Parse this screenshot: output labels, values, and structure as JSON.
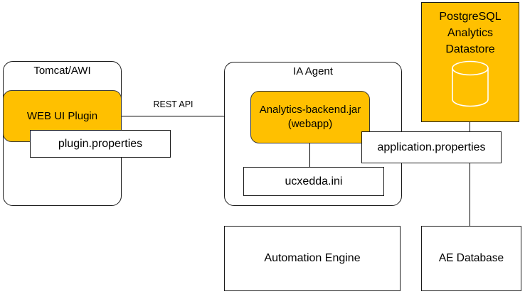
{
  "diagram": {
    "containers": {
      "tomcat": {
        "title": "Tomcat/AWI"
      },
      "ia_agent": {
        "title": "IA Agent"
      }
    },
    "nodes": {
      "web_ui_plugin": {
        "label": "WEB UI Plugin"
      },
      "plugin_properties": {
        "label": "plugin.properties"
      },
      "analytics_backend": {
        "line1": "Analytics-backend.jar",
        "line2": "(webapp)"
      },
      "ucxedda": {
        "label": "ucxedda.ini"
      },
      "application_properties": {
        "label": "application.properties"
      },
      "postgresql_datastore": {
        "line1": "PostgreSQL",
        "line2": "Analytics",
        "line3": "Datastore"
      },
      "automation_engine": {
        "label": "Automation Engine"
      },
      "ae_database": {
        "label": "AE Database"
      }
    },
    "connectors": {
      "rest_api": {
        "label": "REST API"
      }
    },
    "colors": {
      "accent_orange": "#FFC000",
      "border_black": "#1a1a1a",
      "cylinder_stroke": "#ffffff",
      "background": "#ffffff"
    },
    "icons": {
      "database": "database-cylinder-icon"
    }
  }
}
